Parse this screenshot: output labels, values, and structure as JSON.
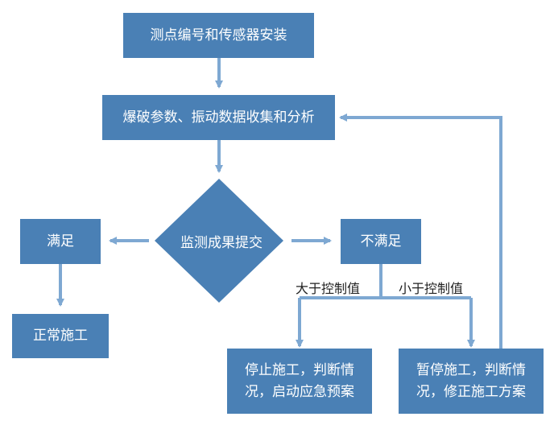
{
  "colors": {
    "box": "#4a80b5",
    "arrow": "#7ea8d2",
    "label": "#222222"
  },
  "nodes": {
    "install": "测点编号和传感器安装",
    "analysis": "爆破参数、振动数据收集和分析",
    "submit": "监测成果提交",
    "satisfied": "满足",
    "not_satisfied": "不满足",
    "normal": "正常施工",
    "emergency": "停止施工，判断情况，启动应急预案",
    "revise": "暂停施工，判断情况，修正施工方案"
  },
  "edge_labels": {
    "greater": "大于控制值",
    "less": "小于控制值"
  }
}
